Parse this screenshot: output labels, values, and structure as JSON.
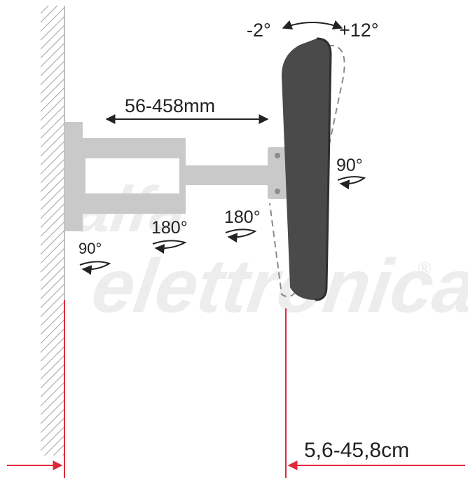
{
  "labels": {
    "tilt_minus": "-2°",
    "tilt_plus": "+12°",
    "extension_mm": "56-458mm",
    "swivel_tv": "90°",
    "swivel_arm_outer": "180°",
    "swivel_arm_inner": "180°",
    "swivel_wall": "90°",
    "extension_cm": "5,6-45,8cm"
  },
  "watermark": {
    "line1": "alfa",
    "line2": "elettronica",
    "mark": "®"
  },
  "colors": {
    "wall_hatch": "#a8a8a8",
    "bracket": "#c9c9c9",
    "tv_body": "#4a4a4a",
    "tv_edge": "#2f2f2f",
    "dashed_outline": "#8a8a8a",
    "measure_red": "#e0283c",
    "text": "#222222",
    "watermark": "#ededed"
  }
}
